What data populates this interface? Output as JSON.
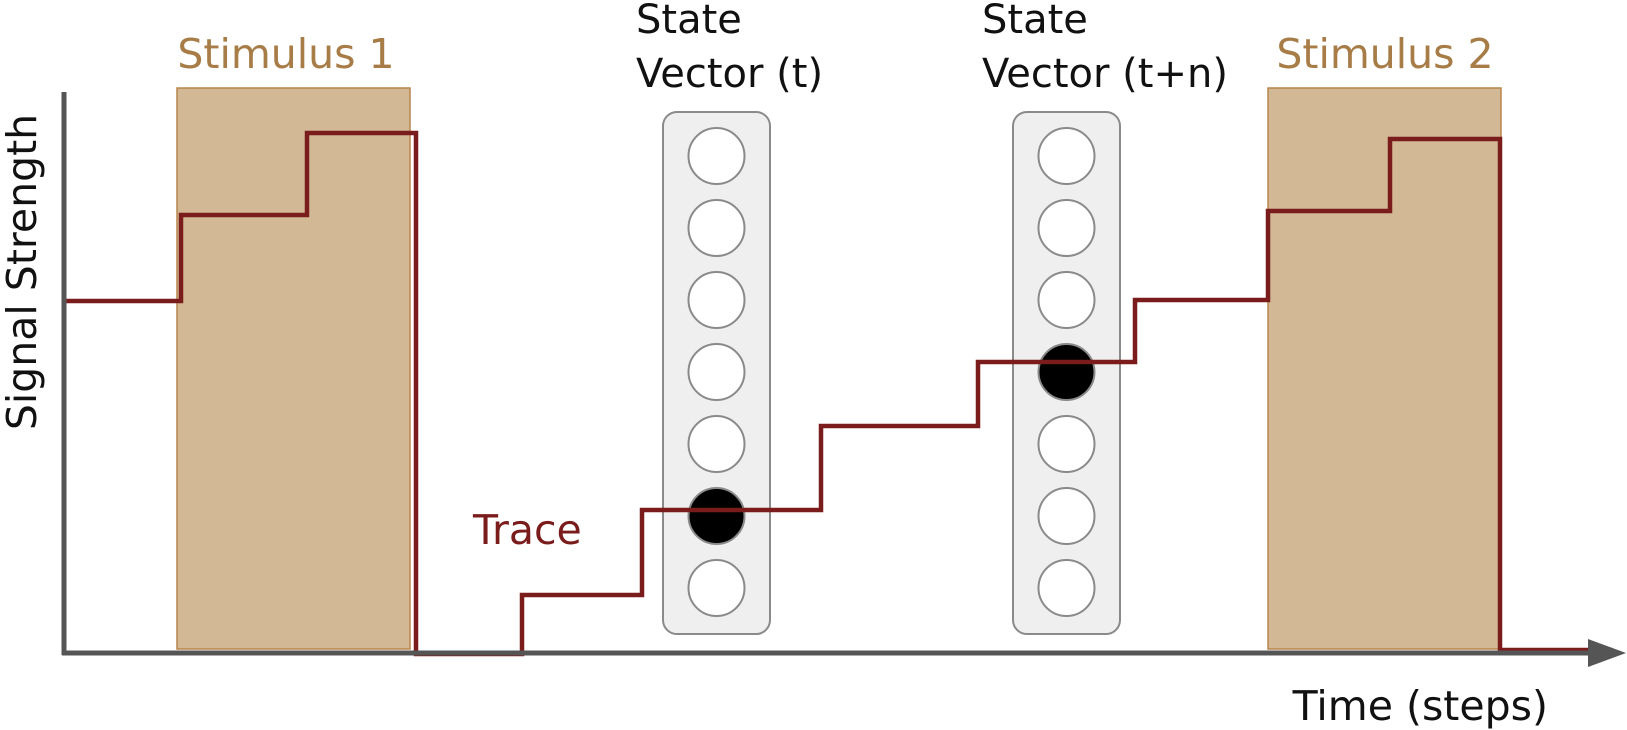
{
  "axes": {
    "y_label": "Signal Strength",
    "x_label": "Time (steps)"
  },
  "stimuli": [
    {
      "label": "Stimulus 1"
    },
    {
      "label": "Stimulus 2"
    }
  ],
  "state_vectors": [
    {
      "title_line1": "State",
      "title_line2": "Vector (t)",
      "cells": 7,
      "active_index": 5
    },
    {
      "title_line1": "State",
      "title_line2": "Vector (t+n)",
      "cells": 7,
      "active_index": 3
    }
  ],
  "trace": {
    "label": "Trace"
  },
  "colors": {
    "axis": "#555555",
    "stimulus_fill": "#d3b895",
    "stimulus_stroke": "#b8864b",
    "stimulus_text": "#a77c47",
    "trace": "#7a1c1c",
    "vector_fill": "#efefef",
    "vector_stroke": "#8a8a8a",
    "cell_active": "#000000",
    "cell_inactive": "#ffffff"
  }
}
